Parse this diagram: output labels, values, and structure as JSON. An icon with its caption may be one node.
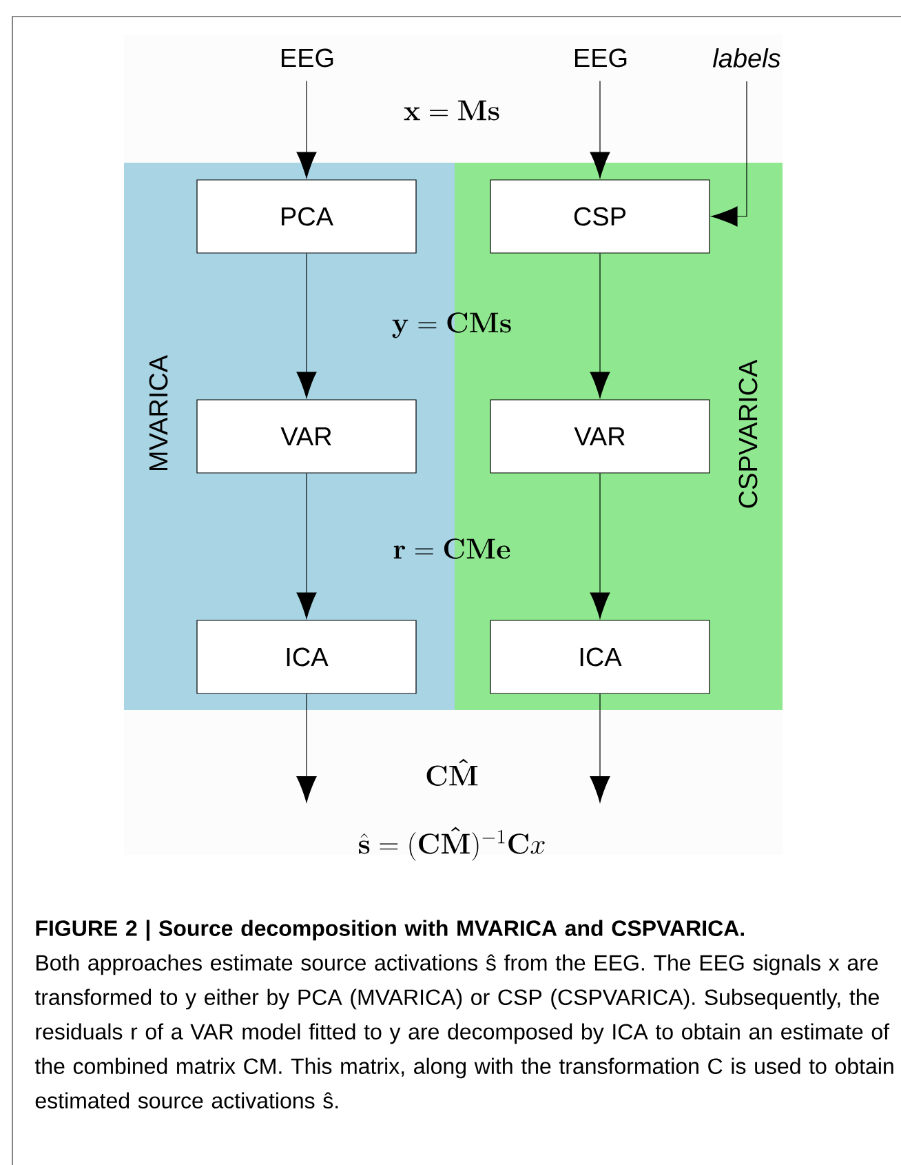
{
  "diagram": {
    "title": "FIGURE 2 | Source decomposition with MVARICA and CSPVARICA.",
    "caption": "Both approaches estimate source activations ŝ from the EEG. The EEG signals x are transformed to y either by PCA (MVARICA) or CSP (CSPVARICA). Subsequently, the residuals r of a VAR model fitted to y are decomposed by ICA to obtain an estimate of the combined matrix CM. This matrix, along with the transformation C is used to obtain estimated source activations ŝ.",
    "nodes": [
      {
        "text": [
          "MVARICA"
        ]
      },
      {
        "text": [
          "CSPVARICA"
        ]
      },
      {
        "text": [
          "EEG"
        ]
      },
      {
        "text": [
          "EEG"
        ]
      },
      {
        "text": [
          "labels"
        ]
      },
      {
        "text": [
          "PCA"
        ],
        "in": 0
      },
      {
        "text": [
          "CSP"
        ],
        "in": 1
      },
      {
        "text": [
          "VAR"
        ],
        "in": 0
      },
      {
        "text": [
          "VAR"
        ],
        "in": 1
      },
      {
        "text": [
          "ICA"
        ],
        "in": 0
      },
      {
        "text": [
          "ICA"
        ],
        "in": 1
      }
    ],
    "edges": [
      {
        "from": 2,
        "to": 5,
        "arrow": "to"
      },
      {
        "from": 3,
        "to": 6,
        "arrow": "to"
      },
      {
        "from": 4,
        "to": 6,
        "arrow": "to"
      },
      {
        "from": 5,
        "to": 7,
        "arrow": "to"
      },
      {
        "from": 6,
        "to": 8,
        "arrow": "to"
      },
      {
        "from": 7,
        "to": 9,
        "arrow": "to"
      },
      {
        "from": 8,
        "to": 10,
        "arrow": "to"
      },
      {
        "from": 9,
        "to": null,
        "arrow": "to"
      },
      {
        "from": 10,
        "to": null,
        "arrow": "to"
      }
    ],
    "labels": [
      "\\mathbf{x} = \\mathbf{Ms}",
      "\\mathbf{y} = \\mathbf{CMs}",
      "\\mathbf{r} = \\mathbf{CMe}",
      "\\mathbf{C\\hat{M}}",
      "\\hat{\\mathbf{s}} = (\\mathbf{C\\hat{M}})^{-1}\\mathbf{C}x"
    ]
  }
}
